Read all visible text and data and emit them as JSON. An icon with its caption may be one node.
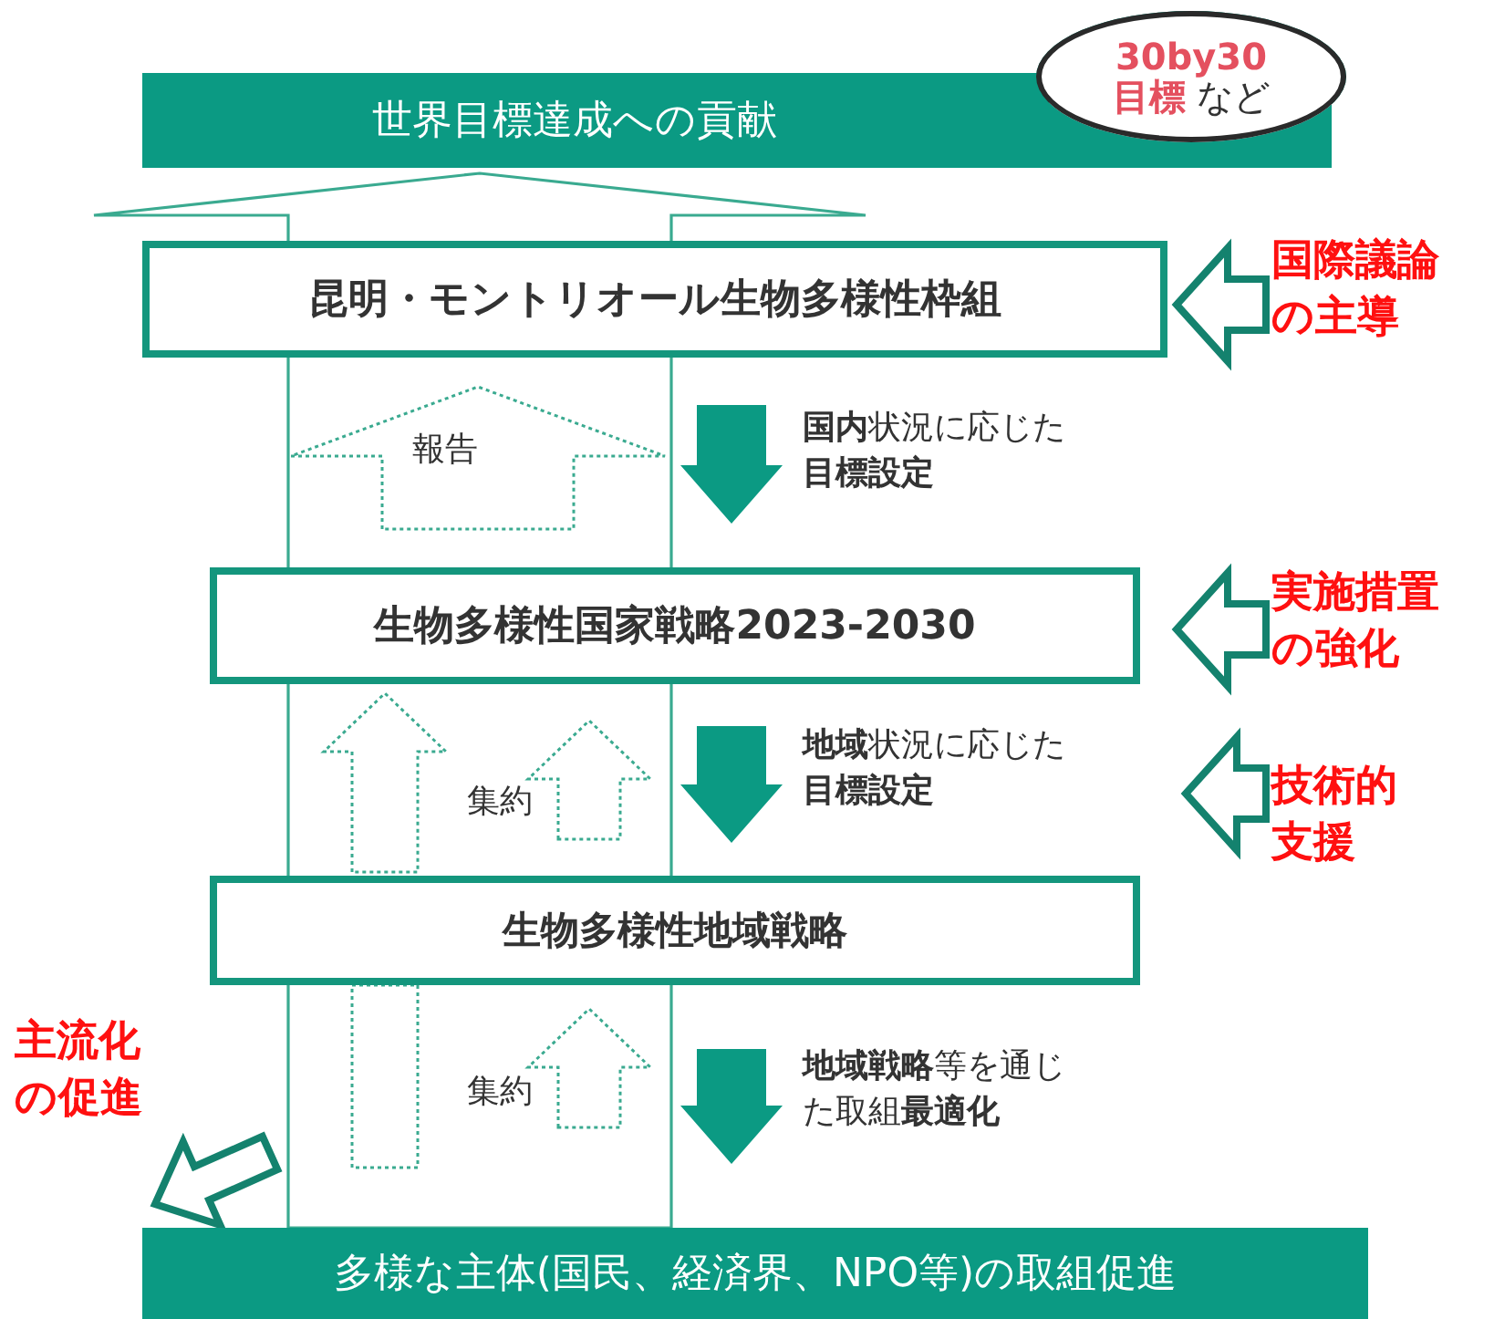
{
  "diagram": {
    "nodes": [
      {
        "text": [
          "世界目標達成への貢献"
        ]
      },
      {
        "text": [
          "**30by30** **目標** など"
        ]
      },
      {
        "text": [
          "昆明・モントリオール生物多様性枠組"
        ]
      },
      {
        "text": [
          "**生物多様性**国家戦略**2023-2030**"
        ]
      },
      {
        "text": [
          "生物多様性地域戦略"
        ]
      },
      {
        "text": [
          "多様な主体(国民、経済界、NPO等)の取組促進"
        ]
      },
      {
        "text": [
          "国際議論の主導"
        ]
      },
      {
        "text": [
          "実施措置の強化"
        ]
      },
      {
        "text": [
          "技術的支援"
        ]
      },
      {
        "text": [
          "主流化の促進"
        ]
      }
    ],
    "edges": [
      {
        "from": 5,
        "to": 0,
        "arrow": "to"
      },
      {
        "from": 3,
        "to": 2,
        "arrow": "to",
        "label": "報告",
        "style": "dashed"
      },
      {
        "from": 4,
        "to": 3,
        "arrow": "to",
        "style": "dashed"
      },
      {
        "from": 4,
        "to": 3,
        "arrow": "to",
        "label": "集約",
        "style": "dashed"
      },
      {
        "from": null,
        "to": 4,
        "arrow": "none",
        "style": "dashed"
      },
      {
        "from": 5,
        "to": 4,
        "arrow": "to",
        "label": "集約",
        "style": "dashed"
      },
      {
        "from": 2,
        "to": 3,
        "arrow": "to",
        "label": "**国内**状況に応じた**目標設定**"
      },
      {
        "from": 3,
        "to": 4,
        "arrow": "to",
        "label": "**地域**状況に応じた**目標設定**"
      },
      {
        "from": 4,
        "to": 5,
        "arrow": "to",
        "label": "**地域戦略**等を通じた取組**最適化**"
      },
      {
        "from": 6,
        "to": 2,
        "arrow": "to",
        "style": "thick",
        "color": "#14826e"
      },
      {
        "from": 7,
        "to": 3,
        "arrow": "to",
        "style": "thick",
        "color": "#14826e"
      },
      {
        "from": 8,
        "to": null,
        "arrow": "to",
        "style": "thick",
        "color": "#14826e"
      },
      {
        "from": 9,
        "to": 5,
        "arrow": "to",
        "style": "thick",
        "color": "#14826e"
      }
    ]
  }
}
